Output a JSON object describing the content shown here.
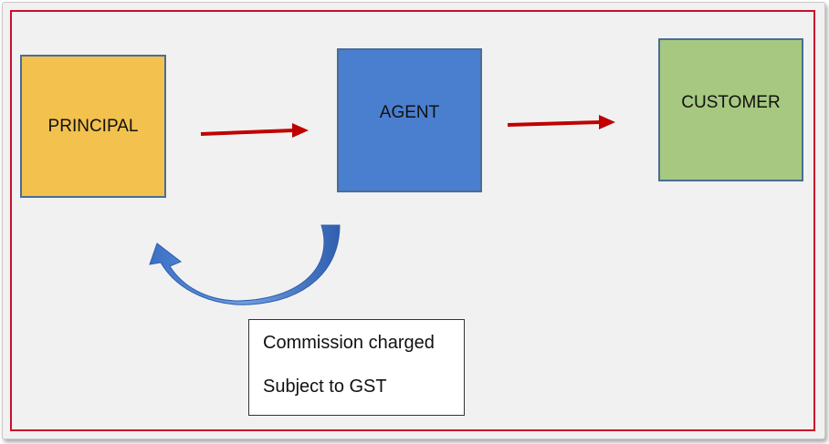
{
  "nodes": {
    "principal": "PRINCIPAL",
    "agent": "AGENT",
    "customer": "CUSTOMER"
  },
  "note": {
    "line1": "Commission charged",
    "line2": "Subject to GST"
  },
  "colors": {
    "border": "#c8102e",
    "principal": "#f2c14e",
    "agent": "#4a7fcf",
    "customer": "#a7c880",
    "arrow": "#c00000",
    "curved_arrow": "#4a7fcf"
  }
}
